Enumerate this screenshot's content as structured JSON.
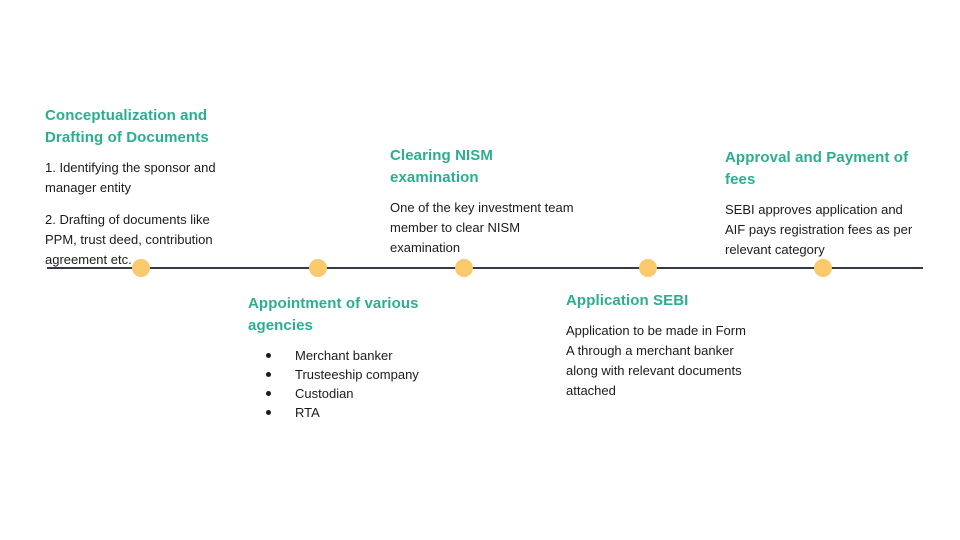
{
  "diagram": {
    "type": "horizontal-timeline",
    "orientation": "horizontal",
    "background_color": "#ffffff",
    "axis_color": "#343b45",
    "node_color": "#f9c96b",
    "title_color": "#2bae90",
    "body_color": "#1b1b1b",
    "node_count": 5
  },
  "stages": [
    {
      "index": 1,
      "position": "above",
      "title": "Conceptualization and Drafting of Documents",
      "paragraphs": [
        "1. Identifying the sponsor and manager entity",
        "2. Drafting of documents like PPM, trust deed, contribution agreement etc."
      ],
      "bullets": []
    },
    {
      "index": 2,
      "position": "below",
      "title": "Appointment of various agencies",
      "paragraphs": [],
      "bullets": [
        "Merchant banker",
        "Trusteeship company",
        "Custodian",
        "RTA"
      ]
    },
    {
      "index": 3,
      "position": "above",
      "title": "Clearing NISM examination",
      "paragraphs": [
        "One of the key investment team member to clear NISM examination"
      ],
      "bullets": []
    },
    {
      "index": 4,
      "position": "below",
      "title": "Application SEBI",
      "paragraphs": [
        "Application to be made in Form A through a merchant banker along with relevant documents attached"
      ],
      "bullets": []
    },
    {
      "index": 5,
      "position": "above",
      "title": "Approval and Payment of fees",
      "paragraphs": [
        "SEBI approves application and AIF pays registration fees as per relevant category"
      ],
      "bullets": []
    }
  ]
}
